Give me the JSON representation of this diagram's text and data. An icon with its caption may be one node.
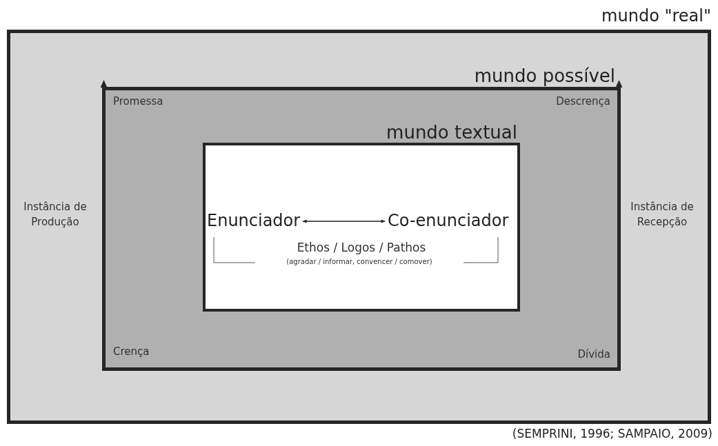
{
  "diagram": {
    "caption": "(SEMPRINI, 1996; SAMPAIO, 2009)",
    "nodes": [
      {
        "text": [
          "mundo \"real\""
        ]
      },
      {
        "text": [
          "mundo possível",
          "Promessa",
          "Descrença",
          "Crença",
          "Dívida"
        ],
        "in": 0
      },
      {
        "text": [
          "mundo textual"
        ],
        "in": 1
      },
      {
        "text": [
          "Enunciador"
        ],
        "in": 2
      },
      {
        "text": [
          "Co-enunciador"
        ],
        "in": 2
      }
    ],
    "edges": [
      {
        "from": 3,
        "to": 4,
        "arrow": "both"
      }
    ],
    "labels": [
      "Instância de Produção",
      "Instância de Recepção",
      "Ethos / Logos / Pathos",
      "(agradar / informar, convencer / comover)"
    ]
  }
}
